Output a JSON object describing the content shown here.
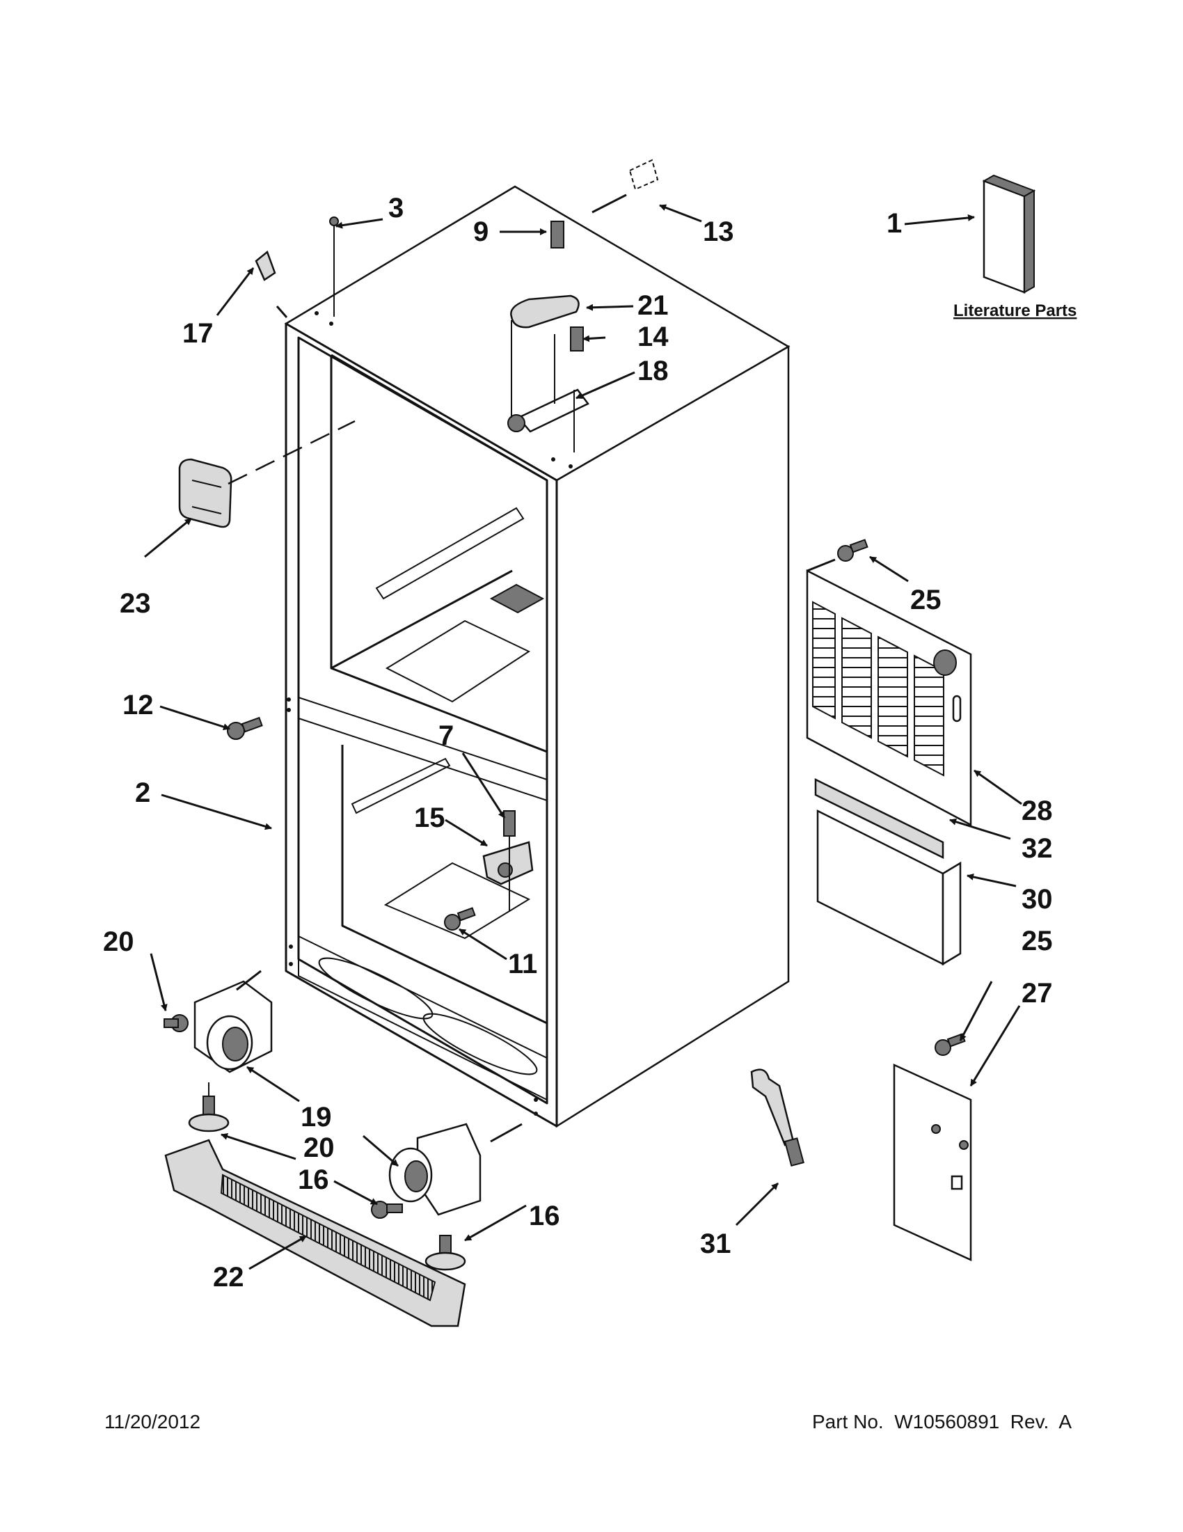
{
  "callouts": {
    "c1": "1",
    "c2": "2",
    "c3": "3",
    "c7": "7",
    "c9": "9",
    "c11": "11",
    "c12": "12",
    "c13": "13",
    "c14": "14",
    "c15": "15",
    "c16a": "16",
    "c16b": "16",
    "c17": "17",
    "c18": "18",
    "c19": "19",
    "c20a": "20",
    "c20b": "20",
    "c21": "21",
    "c22": "22",
    "c23": "23",
    "c25a": "25",
    "c25b": "25",
    "c27": "27",
    "c28": "28",
    "c30": "30",
    "c31": "31",
    "c32": "32"
  },
  "literature_label": "Literature Parts",
  "footer": {
    "date": "11/20/2012",
    "part_no": "Part No.  W10560891  Rev.  A"
  }
}
